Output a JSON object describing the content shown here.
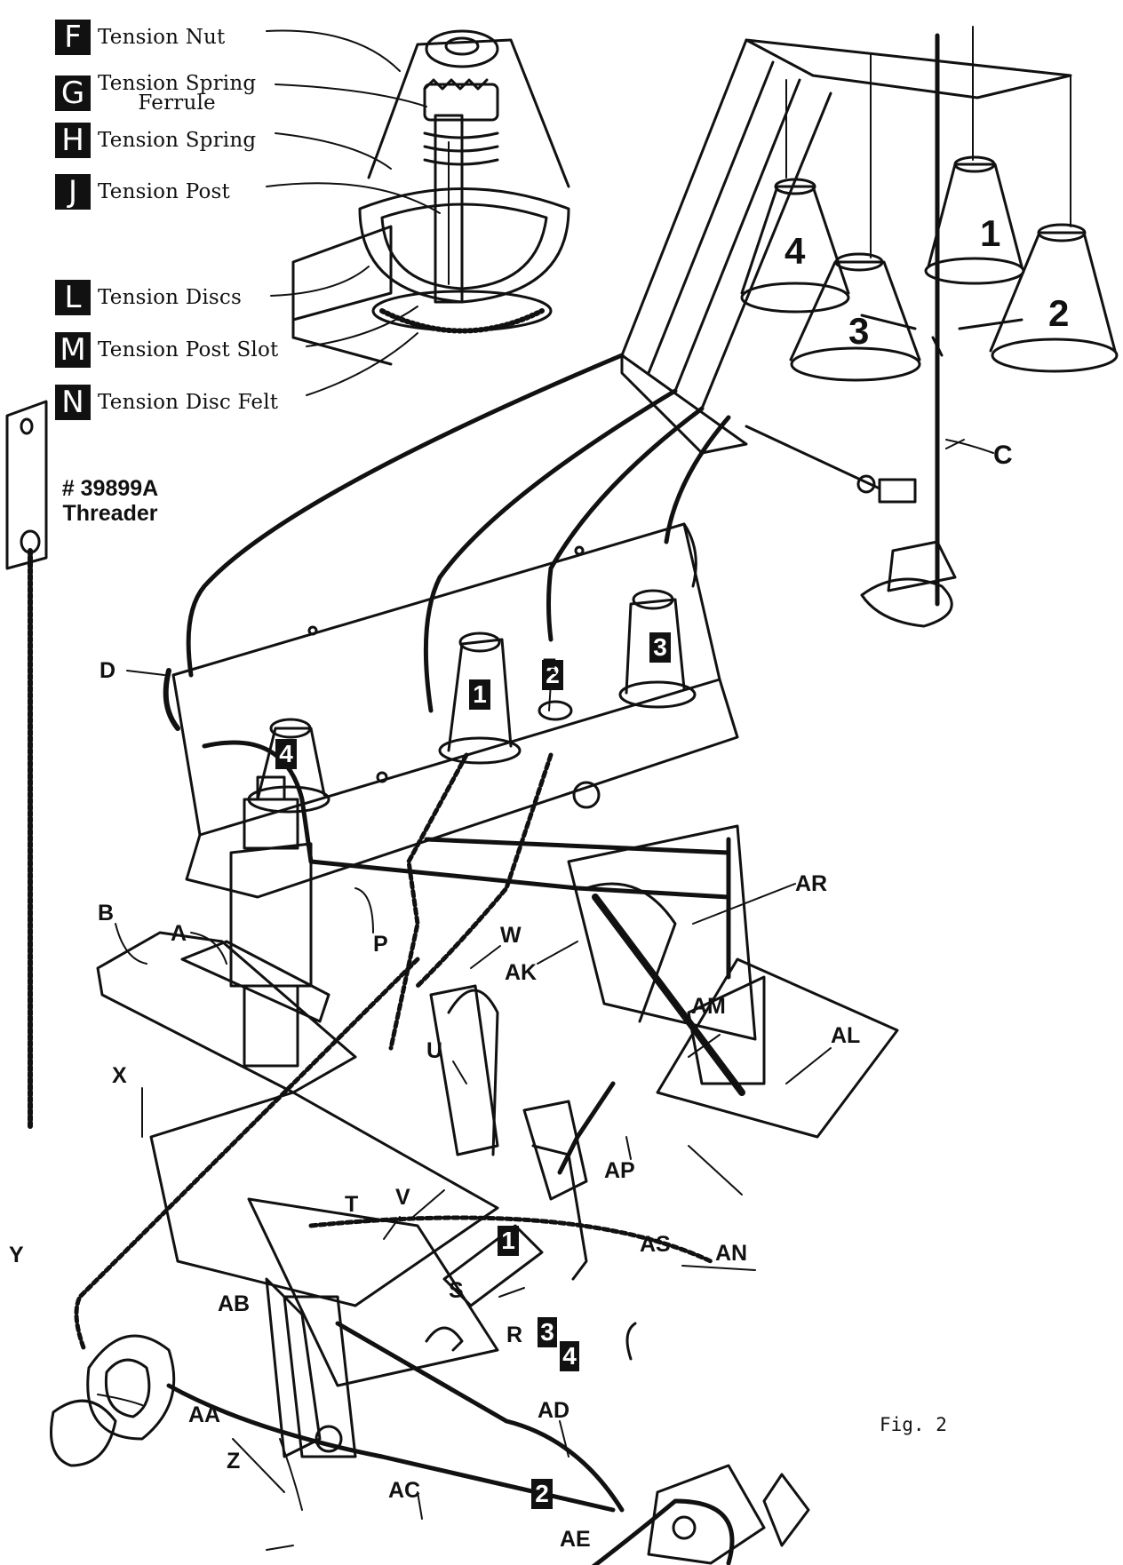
{
  "legend": [
    {
      "letter": "F",
      "text": "Tension Nut"
    },
    {
      "letter": "G",
      "text": "Tension Spring",
      "text2": "Ferrule"
    },
    {
      "letter": "H",
      "text": "Tension Spring"
    },
    {
      "letter": "J",
      "text": "Tension Post"
    },
    {
      "letter": "L",
      "text": "Tension Discs"
    },
    {
      "letter": "M",
      "text": "Tension Post Slot"
    },
    {
      "letter": "N",
      "text": "Tension Disc Felt"
    }
  ],
  "threader": {
    "part_number": "# 39899A",
    "name": "Threader"
  },
  "figure_label": "Fig. 2",
  "spool_numbers": [
    "4",
    "1",
    "3",
    "2"
  ],
  "tension_badges": [
    "4",
    "1",
    "2",
    "3"
  ],
  "path_badges": [
    "1",
    "3",
    "4",
    "2"
  ],
  "part_labels": {
    "C": "C",
    "D": "D",
    "E": "E",
    "B": "B",
    "A": "A",
    "P": "P",
    "W": "W",
    "AK": "AK",
    "AR": "AR",
    "AM": "AM",
    "AL": "AL",
    "U": "U",
    "X": "X",
    "AP": "AP",
    "T": "T",
    "V": "V",
    "Y": "Y",
    "S": "S",
    "AS": "AS",
    "AN": "AN",
    "AB": "AB",
    "R": "R",
    "AA": "AA",
    "Z": "Z",
    "AC": "AC",
    "AD": "AD",
    "AE": "AE"
  },
  "colors": {
    "ink": "#111111",
    "paper": "#ffffff"
  }
}
